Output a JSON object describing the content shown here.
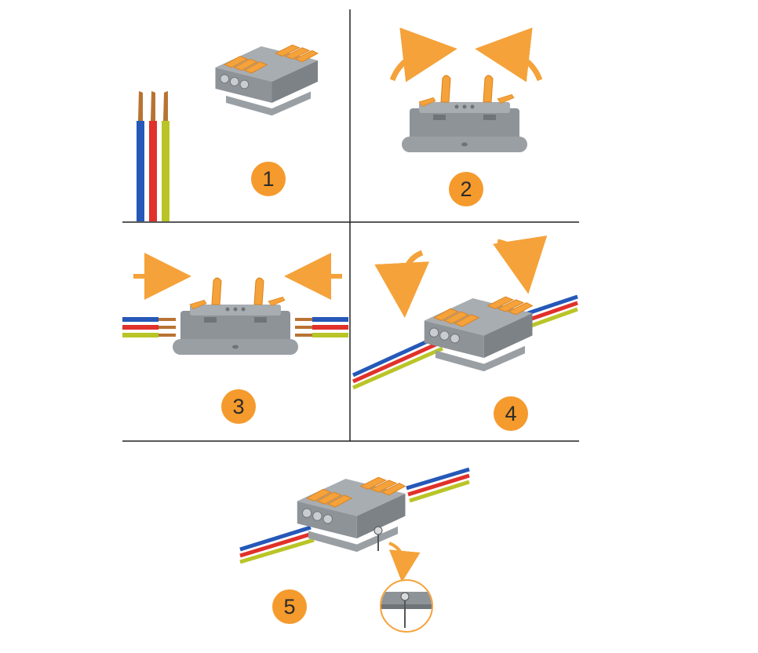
{
  "steps": [
    {
      "number": "1"
    },
    {
      "number": "2"
    },
    {
      "number": "3"
    },
    {
      "number": "4"
    },
    {
      "number": "5"
    }
  ],
  "colors": {
    "badge_fill": "#f59a2c",
    "badge_text": "#2b2b2b",
    "connector_body": "#8e9398",
    "connector_light": "#a8adb2",
    "connector_dark": "#6f7479",
    "lever": "#f5a23a",
    "lever_dark": "#d9821f",
    "arrow": "#f5a23a",
    "wire_blue": "#2558b8",
    "wire_red": "#e0312a",
    "wire_yellow": "#b9c527",
    "copper": "#b87333",
    "divider": "#222222"
  },
  "icons": {
    "connector": "lever-wire-connector-icon",
    "arrow": "curved-arrow-icon",
    "wires": "stripped-wires-icon",
    "screw": "mounting-screw-icon"
  }
}
